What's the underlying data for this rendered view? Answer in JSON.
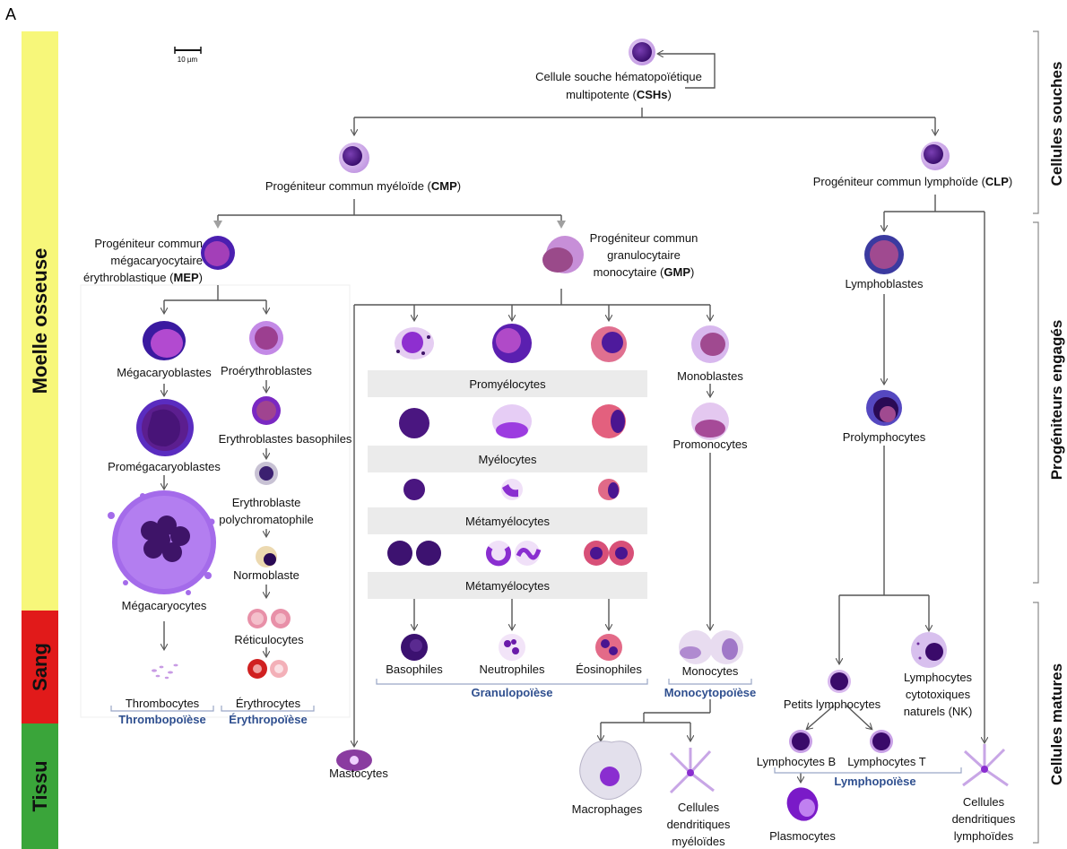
{
  "panel_letter": "A",
  "scale_bar": "10 µm",
  "bands": [
    "Moelle osseuse",
    "Sang",
    "Tissu"
  ],
  "colors": {
    "bone_marrow": "#f7f77a",
    "blood": "#e11a1a",
    "tissue": "#3aa53a",
    "cell_purple": "#4a1a7a",
    "cell_light": "#c9a3e6",
    "accent_blue": "#2f4f8f"
  },
  "side_labels": [
    "Cellules souches",
    "Progéniteurs engagés",
    "Cellules matures"
  ],
  "csh": {
    "line1": "Cellule souche hématopoïétique",
    "line2_pre": "multipotente (",
    "abbr": "CSHs",
    "line2_post": ")"
  },
  "cmp": {
    "pre": "Progéniteur commun myéloïde (",
    "abbr": "CMP",
    "post": ")"
  },
  "clp": {
    "pre": "Progéniteur commun lymphoïde (",
    "abbr": "CLP",
    "post": ")"
  },
  "mep": {
    "line1": "Progéniteur commun",
    "line2": "mégacaryocytaire",
    "line3_pre": "érythroblastique (",
    "abbr": "MEP",
    "line3_post": ")"
  },
  "gmp": {
    "line1": "Progéniteur commun",
    "line2": "granulocytaire",
    "line3_pre": "monocytaire (",
    "abbr": "GMP",
    "line3_post": ")"
  },
  "mega": [
    "Mégacaryoblastes",
    "Promégacaryoblastes",
    "Mégacaryocytes",
    "Thrombocytes"
  ],
  "ery": [
    "Proérythroblastes",
    "Erythroblastes basophiles",
    "Erythroblaste",
    "polychromatophile",
    "Normoblaste",
    "Réticulocytes",
    "Érythrocytes"
  ],
  "granulo_rows": [
    "Promyélocytes",
    "Myélocytes",
    "Métamyélocytes",
    "Métamyélocytes"
  ],
  "granulo_mature": [
    "Basophiles",
    "Neutrophiles",
    "Éosinophiles"
  ],
  "mono": [
    "Monoblastes",
    "Promonocytes",
    "Monocytes"
  ],
  "lymph": [
    "Lymphoblastes",
    "Prolymphocytes",
    "Petits lymphocytes",
    "Lymphocytes B",
    "Lymphocytes T",
    "Plasmocytes"
  ],
  "nk": [
    "Lymphocytes",
    "cytotoxiques",
    "naturels (NK)"
  ],
  "tissue_cells": {
    "mastocytes": "Mastocytes",
    "macrophages": "Macrophages",
    "dc_myeloid": [
      "Cellules",
      "dendritiques",
      "myéloïdes"
    ],
    "dc_lymphoid": [
      "Cellules",
      "dendritiques",
      "lymphoïdes"
    ]
  },
  "poiesis": [
    "Thrombopoïèse",
    "Érythropoïèse",
    "Granulopoïèse",
    "Monocytopoïèse",
    "Lymphopoïèse"
  ]
}
